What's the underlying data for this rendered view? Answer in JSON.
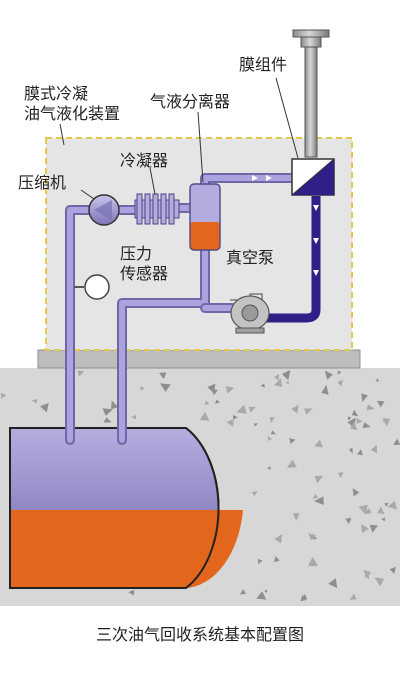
{
  "labels": {
    "device": [
      "膜式冷凝",
      "油气液化装置"
    ],
    "membrane": "膜组件",
    "separator": "气液分离器",
    "condenser": "冷凝器",
    "compressor": "压缩机",
    "pressure_sensor": [
      "压力",
      "传感器"
    ],
    "vacuum_pump": "真空泵"
  },
  "caption": "三次油气回收系统基本配置图",
  "colors": {
    "gas": "#9b93cf",
    "gas_dark": "#6f68a8",
    "return_line": "#2f1f86",
    "oil": "#e2661b",
    "enclosure_border": "#e8c84a",
    "enclosure_fill": "#e5e5e5",
    "ground": "#d6d6d6"
  }
}
